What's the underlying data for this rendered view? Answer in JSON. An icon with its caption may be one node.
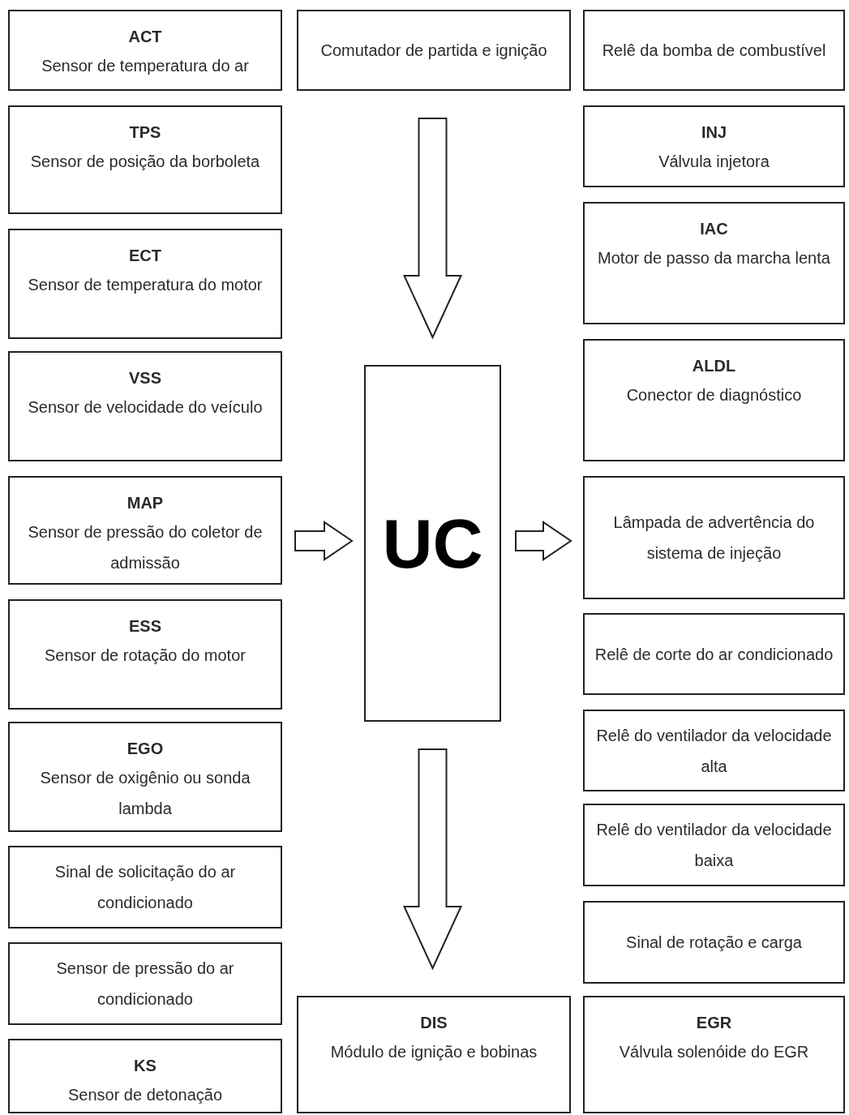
{
  "diagram": {
    "nodes": [
      {
        "text": [
          "ACT",
          "Sensor de temperatura do ar"
        ]
      },
      {
        "text": [
          "TPS",
          "Sensor de posição da borboleta"
        ]
      },
      {
        "text": [
          "ECT",
          "Sensor de temperatura do motor"
        ]
      },
      {
        "text": [
          "VSS",
          "Sensor de velocidade do veículo"
        ]
      },
      {
        "text": [
          "MAP",
          "Sensor de pressão do coletor de admissão"
        ]
      },
      {
        "text": [
          "ESS",
          "Sensor de rotação do motor"
        ]
      },
      {
        "text": [
          "EGO",
          "Sensor de oxigênio ou sonda lambda"
        ]
      },
      {
        "text": [
          "Sinal de solicitação do ar condicionado"
        ]
      },
      {
        "text": [
          "Sensor de pressão do ar condicionado"
        ]
      },
      {
        "text": [
          "KS",
          "Sensor de detonação"
        ]
      },
      {
        "text": [
          "Comutador de partida e ignição"
        ]
      },
      {
        "text": [
          "UC"
        ]
      },
      {
        "text": [
          "DIS",
          "Módulo de ignição e bobinas"
        ]
      },
      {
        "text": [
          "Relê da bomba de combustível"
        ]
      },
      {
        "text": [
          "INJ",
          "Válvula injetora"
        ]
      },
      {
        "text": [
          "IAC",
          "Motor de passo da marcha lenta"
        ]
      },
      {
        "text": [
          "ALDL",
          "Conector de diagnóstico"
        ]
      },
      {
        "text": [
          "Lâmpada de advertência do sistema de injeção"
        ]
      },
      {
        "text": [
          "Relê de corte do ar condicionado"
        ]
      },
      {
        "text": [
          "Relê do ventilador da velocidade alta"
        ]
      },
      {
        "text": [
          "Relê do ventilador da velocidade baixa"
        ]
      },
      {
        "text": [
          "Sinal de rotação e carga"
        ]
      },
      {
        "text": [
          "EGR",
          "Válvula solenóide do EGR"
        ]
      }
    ],
    "edges": [
      {
        "from": 10,
        "to": 11,
        "arrow": "to"
      },
      {
        "from": null,
        "to": 11,
        "arrow": "to"
      },
      {
        "from": 11,
        "to": null,
        "arrow": "to"
      },
      {
        "from": 11,
        "to": 12,
        "arrow": "to"
      }
    ]
  }
}
